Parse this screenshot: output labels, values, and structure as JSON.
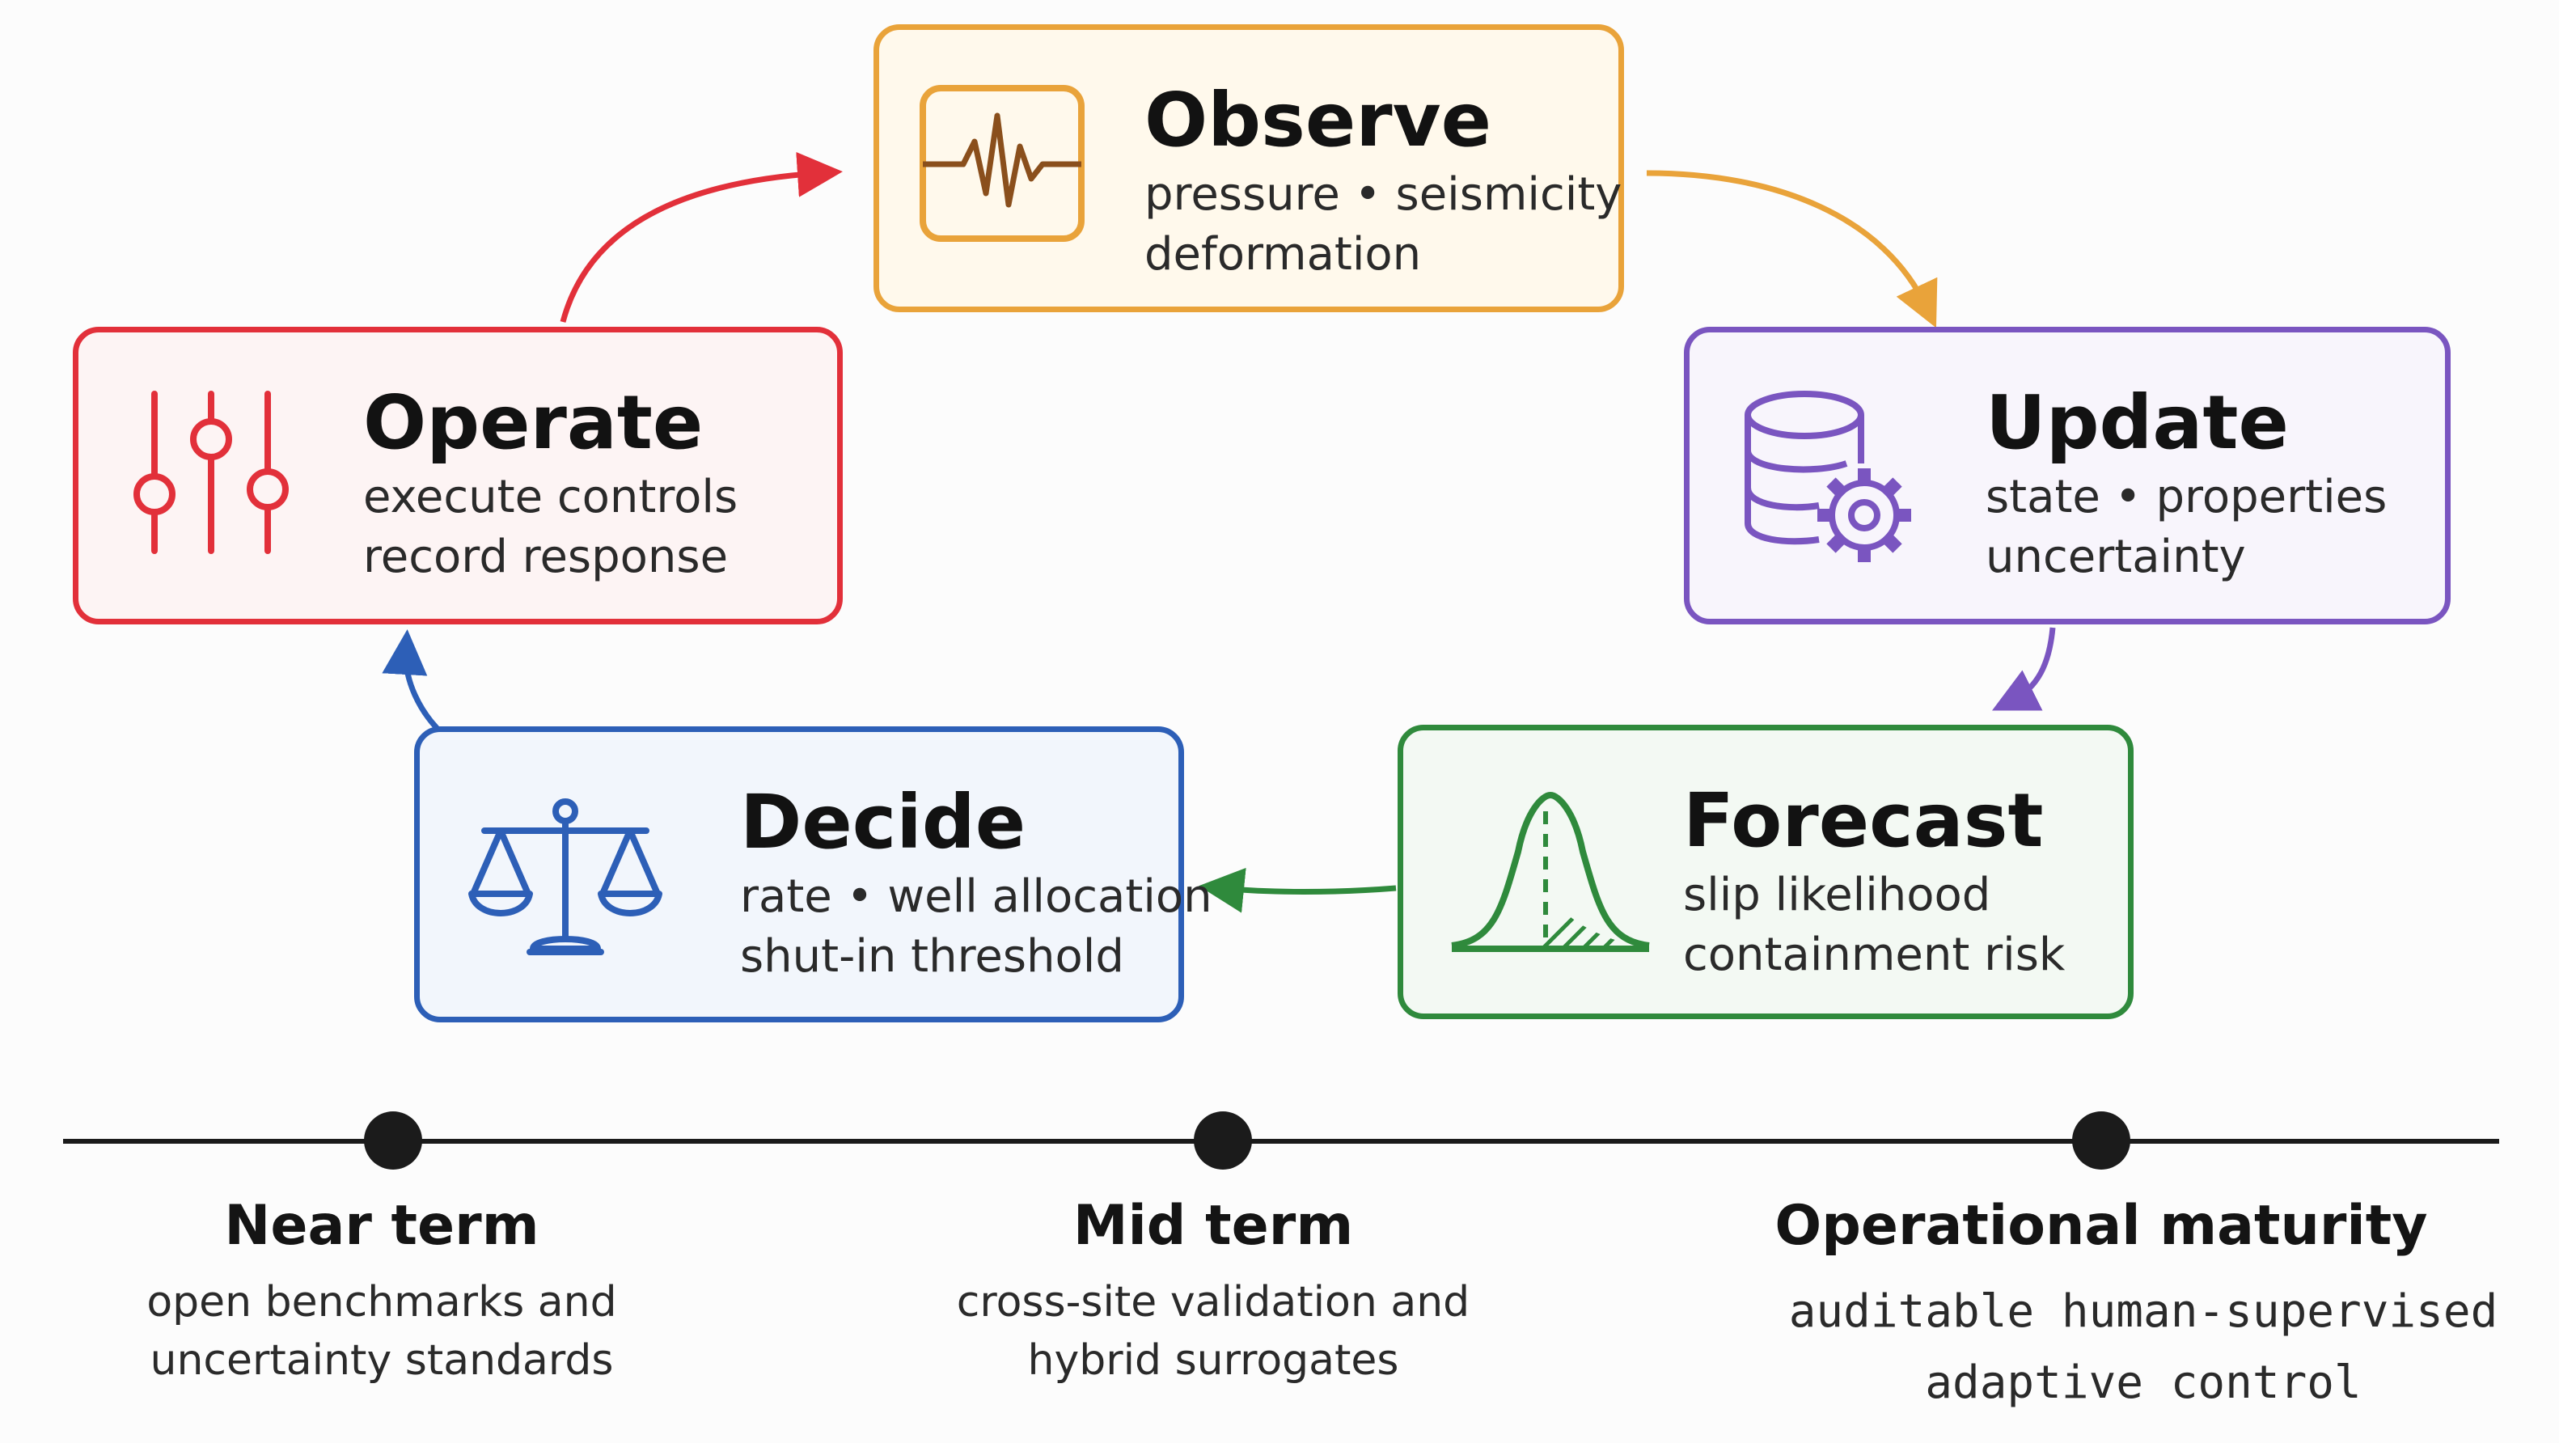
{
  "stages": {
    "observe": {
      "title": "Observe",
      "line1": "pressure • seismicity",
      "line2": "deformation",
      "icon": "waveform-icon",
      "color": "#e9a33a",
      "fill": "#fff9ec"
    },
    "update": {
      "title": "Update",
      "line1": "state • properties",
      "line2": "uncertainty",
      "icon": "database-gear-icon",
      "color": "#7a55c0",
      "fill": "#f8f5fc"
    },
    "forecast": {
      "title": "Forecast",
      "line1": "slip likelihood",
      "line2": "containment risk",
      "icon": "distribution-curve-icon",
      "color": "#2f8a3c",
      "fill": "#f3f9f3"
    },
    "decide": {
      "title": "Decide",
      "line1": "rate • well allocation",
      "line2": "shut-in threshold",
      "icon": "balance-scale-icon",
      "color": "#2d5fb7",
      "fill": "#f2f6fc"
    },
    "operate": {
      "title": "Operate",
      "line1": "execute controls",
      "line2": "record response",
      "icon": "control-sliders-icon",
      "color": "#e2303a",
      "fill": "#fdf4f4"
    }
  },
  "timeline": {
    "near": {
      "heading": "Near term",
      "line1": "open benchmarks and",
      "line2": "uncertainty standards"
    },
    "mid": {
      "heading": "Mid term",
      "line1": "cross-site validation and",
      "line2": "hybrid surrogates"
    },
    "operational": {
      "heading": "Operational maturity",
      "line1": "auditable human-supervised",
      "line2": "adaptive control"
    }
  }
}
